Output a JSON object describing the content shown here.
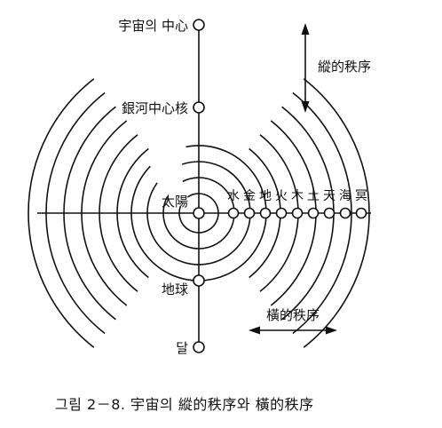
{
  "axis_nodes": {
    "universe_center": "宇宙의 中心",
    "galaxy_core": "銀河中心核",
    "sun": "太陽",
    "earth": "地球",
    "moon": "달"
  },
  "planets": [
    "水",
    "金",
    "地",
    "火",
    "木",
    "土",
    "天",
    "海",
    "冥"
  ],
  "vertical_order_label": "縱的秩序",
  "horizontal_order_label": "橫的秩序",
  "caption": "그림 2－8. 宇宙의 縱的秩序와 橫的秩序"
}
